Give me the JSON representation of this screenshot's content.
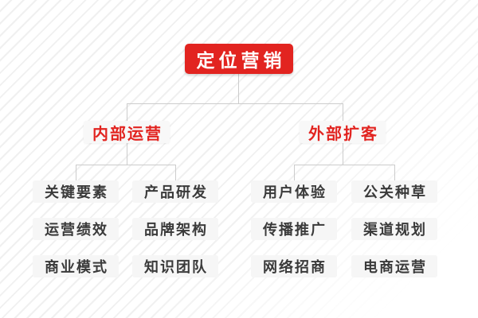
{
  "diagram": {
    "title": "定位营销",
    "colors": {
      "accent_red": "#e22420",
      "leaf_background": "#f6f6f6",
      "header_background": "#f8f8f8",
      "leaf_text": "#3a3a3a",
      "connector": "#cccccc",
      "background_stripe": "#f0f0f0"
    },
    "root": {
      "label": "定位营销"
    },
    "branches": [
      {
        "label": "内部运营",
        "leaves": [
          "关键要素",
          "产品研发",
          "运营绩效",
          "品牌架构",
          "商业模式",
          "知识团队"
        ]
      },
      {
        "label": "外部扩客",
        "leaves": [
          "用户体验",
          "公关种草",
          "传播推广",
          "渠道规划",
          "网络招商",
          "电商运营"
        ]
      }
    ]
  }
}
